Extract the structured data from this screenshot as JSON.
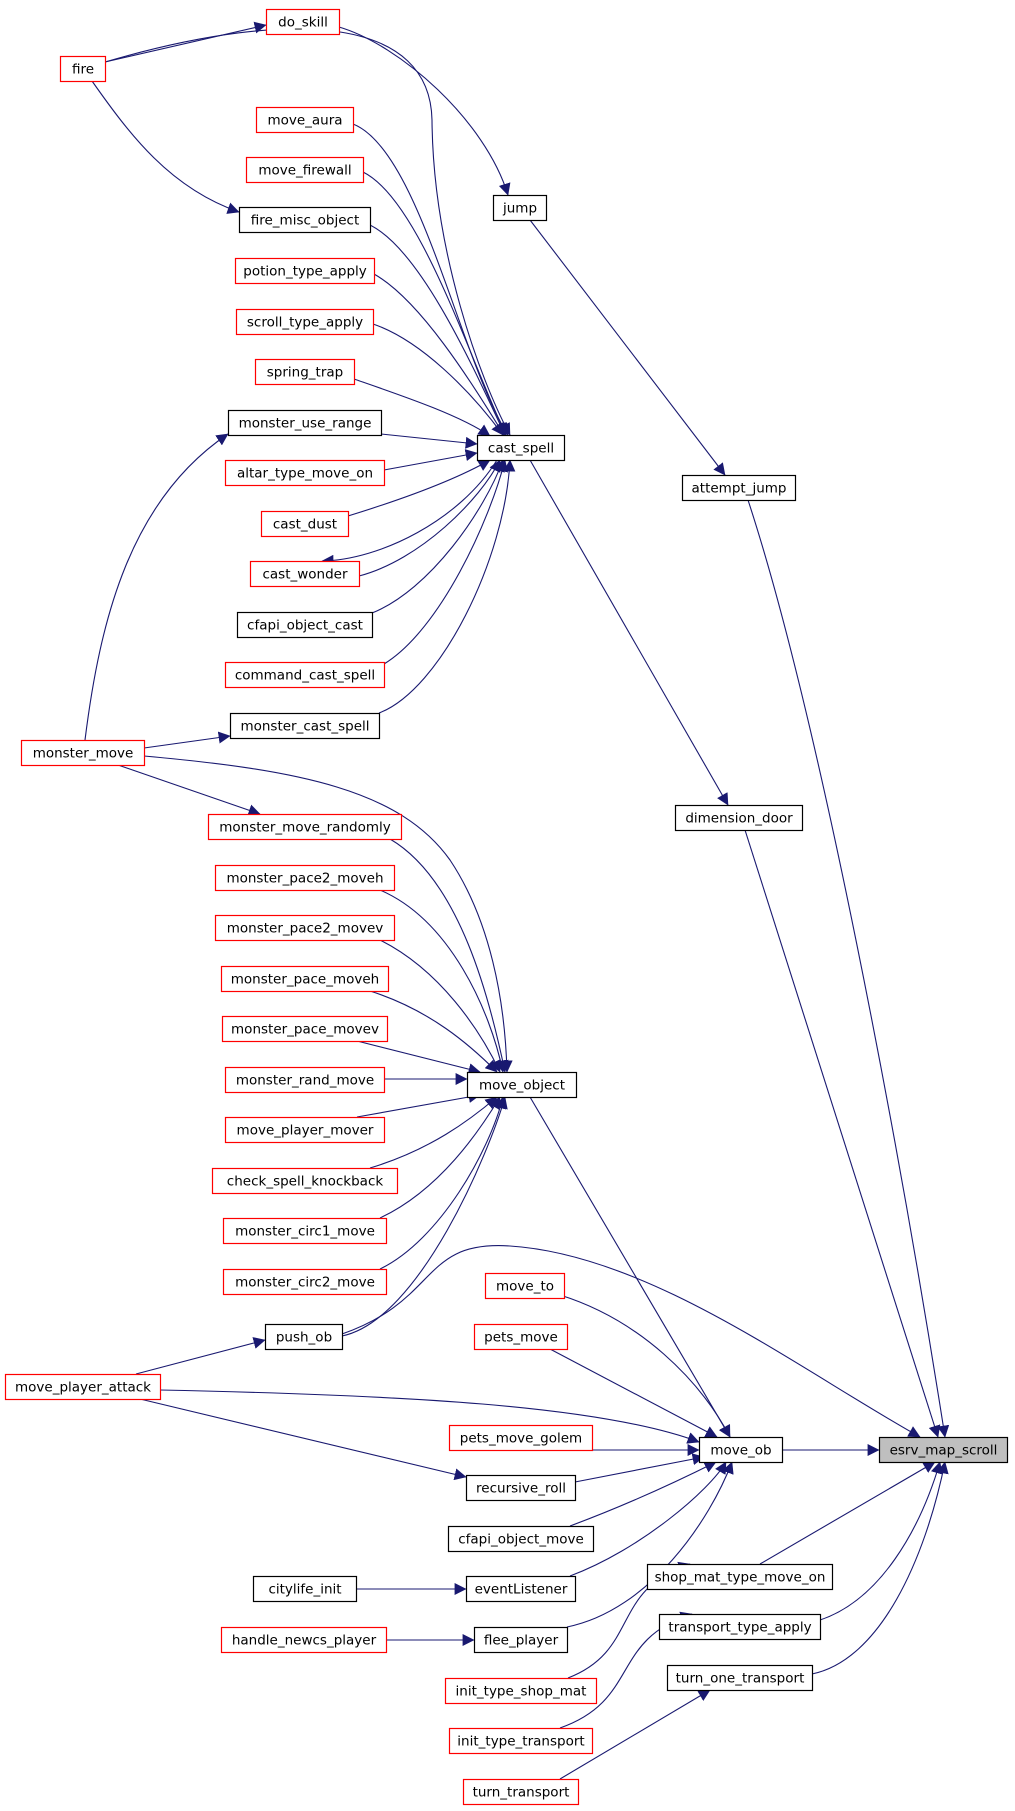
{
  "colors": {
    "edge": "#191970",
    "node_border_default": "#000000",
    "node_border_truncated": "#ff0000",
    "node_fill": "#ffffff",
    "node_fill_focus": "#bfbfbf"
  },
  "nodes": [
    {
      "id": "esrv_map_scroll",
      "label": "esrv_map_scroll",
      "style": "focus"
    },
    {
      "id": "do_skill",
      "label": "do_skill",
      "style": "red"
    },
    {
      "id": "fire",
      "label": "fire",
      "style": "red"
    },
    {
      "id": "move_aura",
      "label": "move_aura",
      "style": "red"
    },
    {
      "id": "move_firewall",
      "label": "move_firewall",
      "style": "red"
    },
    {
      "id": "fire_misc_object",
      "label": "fire_misc_object",
      "style": "black"
    },
    {
      "id": "jump",
      "label": "jump",
      "style": "black"
    },
    {
      "id": "potion_type_apply",
      "label": "potion_type_apply",
      "style": "red"
    },
    {
      "id": "scroll_type_apply",
      "label": "scroll_type_apply",
      "style": "red"
    },
    {
      "id": "spring_trap",
      "label": "spring_trap",
      "style": "red"
    },
    {
      "id": "monster_use_range",
      "label": "monster_use_range",
      "style": "black"
    },
    {
      "id": "cast_spell",
      "label": "cast_spell",
      "style": "black"
    },
    {
      "id": "altar_type_move_on",
      "label": "altar_type_move_on",
      "style": "red"
    },
    {
      "id": "attempt_jump",
      "label": "attempt_jump",
      "style": "black"
    },
    {
      "id": "cast_dust",
      "label": "cast_dust",
      "style": "red"
    },
    {
      "id": "cast_wonder",
      "label": "cast_wonder",
      "style": "red"
    },
    {
      "id": "cfapi_object_cast",
      "label": "cfapi_object_cast",
      "style": "black"
    },
    {
      "id": "command_cast_spell",
      "label": "command_cast_spell",
      "style": "red"
    },
    {
      "id": "monster_cast_spell",
      "label": "monster_cast_spell",
      "style": "black"
    },
    {
      "id": "monster_move",
      "label": "monster_move",
      "style": "red"
    },
    {
      "id": "monster_move_randomly",
      "label": "monster_move_randomly",
      "style": "red"
    },
    {
      "id": "dimension_door",
      "label": "dimension_door",
      "style": "black"
    },
    {
      "id": "monster_pace2_moveh",
      "label": "monster_pace2_moveh",
      "style": "red"
    },
    {
      "id": "monster_pace2_movev",
      "label": "monster_pace2_movev",
      "style": "red"
    },
    {
      "id": "monster_pace_moveh",
      "label": "monster_pace_moveh",
      "style": "red"
    },
    {
      "id": "monster_pace_movev",
      "label": "monster_pace_movev",
      "style": "red"
    },
    {
      "id": "monster_rand_move",
      "label": "monster_rand_move",
      "style": "red"
    },
    {
      "id": "move_object",
      "label": "move_object",
      "style": "black"
    },
    {
      "id": "move_player_mover",
      "label": "move_player_mover",
      "style": "red"
    },
    {
      "id": "check_spell_knockback",
      "label": "check_spell_knockback",
      "style": "red"
    },
    {
      "id": "monster_circ1_move",
      "label": "monster_circ1_move",
      "style": "red"
    },
    {
      "id": "monster_circ2_move",
      "label": "monster_circ2_move",
      "style": "red"
    },
    {
      "id": "move_to",
      "label": "move_to",
      "style": "red"
    },
    {
      "id": "push_ob",
      "label": "push_ob",
      "style": "black"
    },
    {
      "id": "pets_move",
      "label": "pets_move",
      "style": "red"
    },
    {
      "id": "move_player_attack",
      "label": "move_player_attack",
      "style": "red"
    },
    {
      "id": "pets_move_golem",
      "label": "pets_move_golem",
      "style": "red"
    },
    {
      "id": "move_ob",
      "label": "move_ob",
      "style": "black"
    },
    {
      "id": "recursive_roll",
      "label": "recursive_roll",
      "style": "black"
    },
    {
      "id": "cfapi_object_move",
      "label": "cfapi_object_move",
      "style": "black"
    },
    {
      "id": "citylife_init",
      "label": "citylife_init",
      "style": "black"
    },
    {
      "id": "eventListener",
      "label": "eventListener",
      "style": "black"
    },
    {
      "id": "shop_mat_type_move_on",
      "label": "shop_mat_type_move_on",
      "style": "black"
    },
    {
      "id": "handle_newcs_player",
      "label": "handle_newcs_player",
      "style": "red"
    },
    {
      "id": "flee_player",
      "label": "flee_player",
      "style": "black"
    },
    {
      "id": "transport_type_apply",
      "label": "transport_type_apply",
      "style": "black"
    },
    {
      "id": "init_type_shop_mat",
      "label": "init_type_shop_mat",
      "style": "red"
    },
    {
      "id": "turn_one_transport",
      "label": "turn_one_transport",
      "style": "black"
    },
    {
      "id": "init_type_transport",
      "label": "init_type_transport",
      "style": "red"
    },
    {
      "id": "turn_transport",
      "label": "turn_transport",
      "style": "red"
    }
  ],
  "edges": [
    {
      "from": "fire",
      "to": "do_skill"
    },
    {
      "from": "do_skill",
      "to": "jump"
    },
    {
      "from": "fire",
      "to": "fire_misc_object"
    },
    {
      "from": "fire",
      "to": "cast_spell"
    },
    {
      "from": "move_aura",
      "to": "cast_spell"
    },
    {
      "from": "move_firewall",
      "to": "cast_spell"
    },
    {
      "from": "fire_misc_object",
      "to": "cast_spell"
    },
    {
      "from": "potion_type_apply",
      "to": "cast_spell"
    },
    {
      "from": "scroll_type_apply",
      "to": "cast_spell"
    },
    {
      "from": "spring_trap",
      "to": "cast_spell"
    },
    {
      "from": "monster_use_range",
      "to": "cast_spell"
    },
    {
      "from": "altar_type_move_on",
      "to": "cast_spell"
    },
    {
      "from": "cast_dust",
      "to": "cast_spell"
    },
    {
      "from": "cast_wonder",
      "to": "cast_spell"
    },
    {
      "from": "cast_spell",
      "to": "cast_wonder"
    },
    {
      "from": "cfapi_object_cast",
      "to": "cast_spell"
    },
    {
      "from": "command_cast_spell",
      "to": "cast_spell"
    },
    {
      "from": "monster_cast_spell",
      "to": "cast_spell"
    },
    {
      "from": "jump",
      "to": "attempt_jump"
    },
    {
      "from": "cast_spell",
      "to": "dimension_door"
    },
    {
      "from": "monster_move",
      "to": "monster_use_range"
    },
    {
      "from": "monster_move",
      "to": "monster_cast_spell"
    },
    {
      "from": "monster_move",
      "to": "monster_move_randomly"
    },
    {
      "from": "monster_move",
      "to": "move_object"
    },
    {
      "from": "monster_move_randomly",
      "to": "move_object"
    },
    {
      "from": "monster_pace2_moveh",
      "to": "move_object"
    },
    {
      "from": "monster_pace2_movev",
      "to": "move_object"
    },
    {
      "from": "monster_pace_moveh",
      "to": "move_object"
    },
    {
      "from": "monster_pace_movev",
      "to": "move_object"
    },
    {
      "from": "monster_rand_move",
      "to": "move_object"
    },
    {
      "from": "move_player_mover",
      "to": "move_object"
    },
    {
      "from": "check_spell_knockback",
      "to": "move_object"
    },
    {
      "from": "monster_circ1_move",
      "to": "move_object"
    },
    {
      "from": "monster_circ2_move",
      "to": "move_object"
    },
    {
      "from": "push_ob",
      "to": "move_object"
    },
    {
      "from": "move_object",
      "to": "move_ob"
    },
    {
      "from": "move_player_attack",
      "to": "push_ob"
    },
    {
      "from": "push_ob",
      "to": "esrv_map_scroll"
    },
    {
      "from": "move_to",
      "to": "move_ob"
    },
    {
      "from": "pets_move",
      "to": "move_ob"
    },
    {
      "from": "move_player_attack",
      "to": "move_ob"
    },
    {
      "from": "pets_move_golem",
      "to": "move_ob"
    },
    {
      "from": "move_player_attack",
      "to": "recursive_roll"
    },
    {
      "from": "recursive_roll",
      "to": "move_ob"
    },
    {
      "from": "cfapi_object_move",
      "to": "move_ob"
    },
    {
      "from": "eventListener",
      "to": "move_ob"
    },
    {
      "from": "flee_player",
      "to": "move_ob"
    },
    {
      "from": "citylife_init",
      "to": "eventListener"
    },
    {
      "from": "handle_newcs_player",
      "to": "flee_player"
    },
    {
      "from": "move_ob",
      "to": "esrv_map_scroll"
    },
    {
      "from": "attempt_jump",
      "to": "esrv_map_scroll"
    },
    {
      "from": "dimension_door",
      "to": "esrv_map_scroll"
    },
    {
      "from": "shop_mat_type_move_on",
      "to": "esrv_map_scroll"
    },
    {
      "from": "transport_type_apply",
      "to": "esrv_map_scroll"
    },
    {
      "from": "turn_one_transport",
      "to": "esrv_map_scroll"
    },
    {
      "from": "init_type_shop_mat",
      "to": "shop_mat_type_move_on"
    },
    {
      "from": "init_type_transport",
      "to": "transport_type_apply"
    },
    {
      "from": "turn_transport",
      "to": "turn_one_transport"
    }
  ]
}
